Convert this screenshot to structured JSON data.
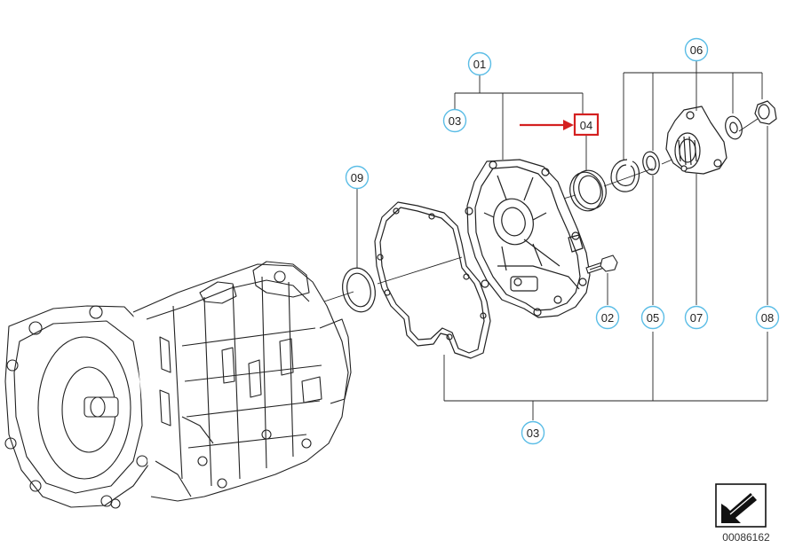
{
  "diagram": {
    "callouts": {
      "c01": "01",
      "c03_top": "03",
      "c04": "04",
      "c06": "06",
      "c09": "09",
      "c02": "02",
      "c05": "05",
      "c07": "07",
      "c08": "08",
      "c03_bottom": "03"
    },
    "reference_number": "00086162"
  },
  "colors": {
    "bubble_stroke": "#5bbde6",
    "highlight": "#d42020",
    "line": "#111111"
  },
  "icons": {
    "corner": "arrow-box-icon"
  }
}
